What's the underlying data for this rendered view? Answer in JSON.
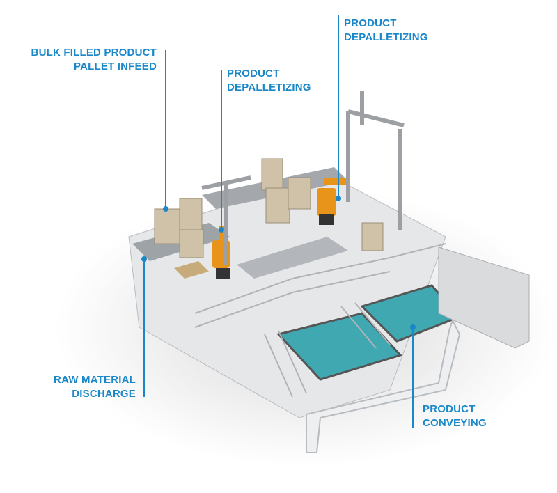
{
  "colors": {
    "label": "#1a87c8",
    "robot": "#e8941a",
    "bin": "#3fa8b0",
    "frame": "#c9ccd0"
  },
  "labels": {
    "bulk_infeed": {
      "line1": "BULK FILLED PRODUCT",
      "line2": "PALLET INFEED"
    },
    "depalletizing_left": {
      "line1": "PRODUCT",
      "line2": "DEPALLETIZING"
    },
    "depalletizing_right": {
      "line1": "PRODUCT",
      "line2": "DEPALLETIZING"
    },
    "raw_discharge": {
      "line1": "RAW MATERIAL",
      "line2": "DISCHARGE"
    },
    "conveying": {
      "line1": "PRODUCT",
      "line2": "CONVEYING"
    }
  }
}
